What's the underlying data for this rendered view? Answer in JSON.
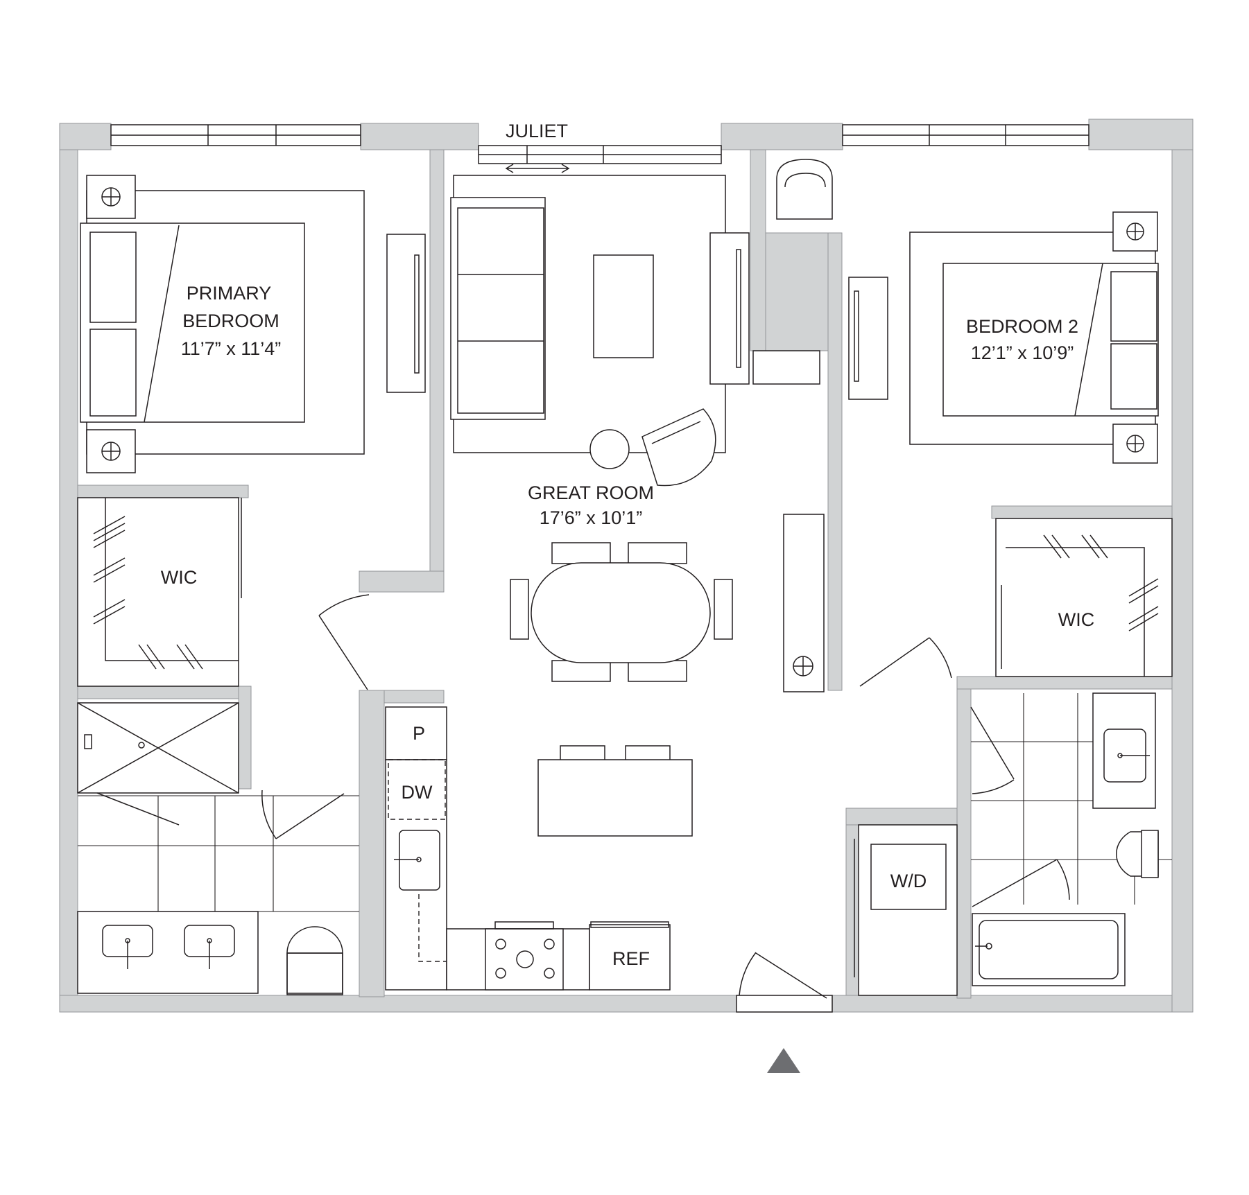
{
  "plan": {
    "balcony_label": "JULIET",
    "rooms": {
      "primary_bedroom": {
        "name_line1": "PRIMARY",
        "name_line2": "BEDROOM",
        "dimensions": "11’7” x 11’4”"
      },
      "great_room": {
        "name": "GREAT ROOM",
        "dimensions": "17’6” x 10’1”"
      },
      "bedroom_2": {
        "name": "BEDROOM 2",
        "dimensions": "12’1” x 10’9”"
      },
      "wic_primary": {
        "name": "WIC"
      },
      "wic_bedroom_2": {
        "name": "WIC"
      }
    },
    "fixtures": {
      "pantry": "P",
      "dishwasher": "DW",
      "washer_dryer": "W/D",
      "refrigerator": "REF"
    },
    "icons": {
      "north": "north-arrow-icon",
      "electrical": "outlet-icon"
    },
    "colors": {
      "wall_fill": "#d1d3d4",
      "line": "#231f20",
      "north_arrow": "#6d6e71"
    }
  }
}
